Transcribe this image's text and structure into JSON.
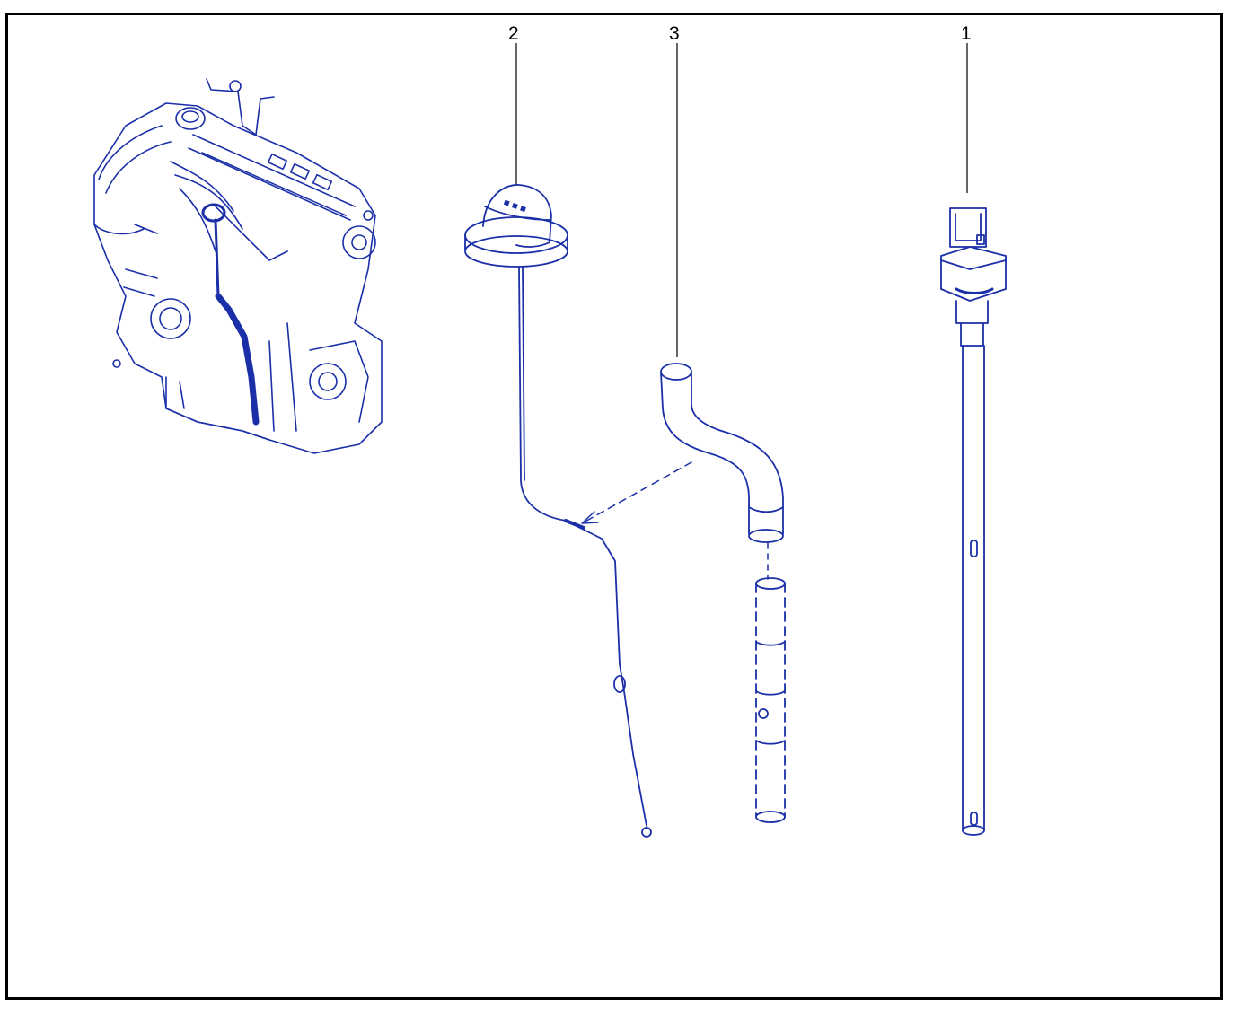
{
  "diagram": {
    "callouts": [
      {
        "id": "dipstick-guide-tube",
        "number": "1"
      },
      {
        "id": "dipstick",
        "number": "2"
      },
      {
        "id": "tube-hose",
        "number": "3"
      }
    ],
    "colors": {
      "line": "#1a2fa8",
      "frame": "#000000",
      "leader": "#000000",
      "background": "#ffffff"
    }
  }
}
